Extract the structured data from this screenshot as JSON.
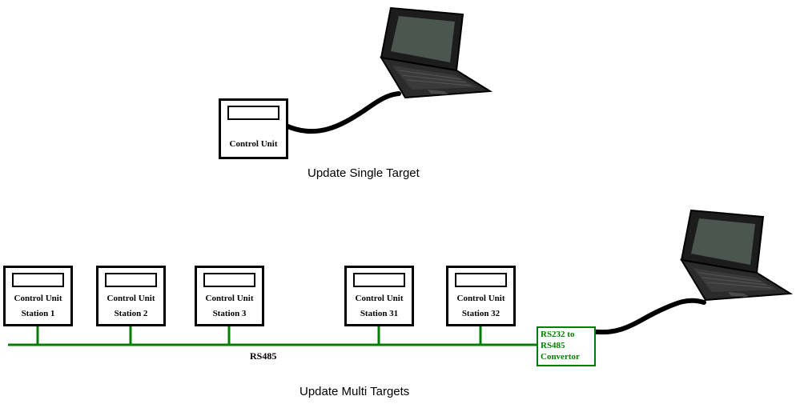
{
  "colors": {
    "bus": "#008000",
    "convertor": "#008000",
    "cable": "#000000"
  },
  "single": {
    "title": "Update Single Target",
    "control_unit": {
      "label": "Control Unit"
    }
  },
  "multi": {
    "title": "Update Multi Targets",
    "bus_label": "RS485",
    "stations": [
      {
        "unit": "Control Unit",
        "station": "Station 1"
      },
      {
        "unit": "Control Unit",
        "station": "Station 2"
      },
      {
        "unit": "Control Unit",
        "station": "Station 3"
      },
      {
        "unit": "Control Unit",
        "station": "Station 31"
      },
      {
        "unit": "Control Unit",
        "station": "Station 32"
      }
    ],
    "convertor": {
      "line1": "RS232 to",
      "line2": "RS485",
      "line3": "Convertor"
    }
  }
}
